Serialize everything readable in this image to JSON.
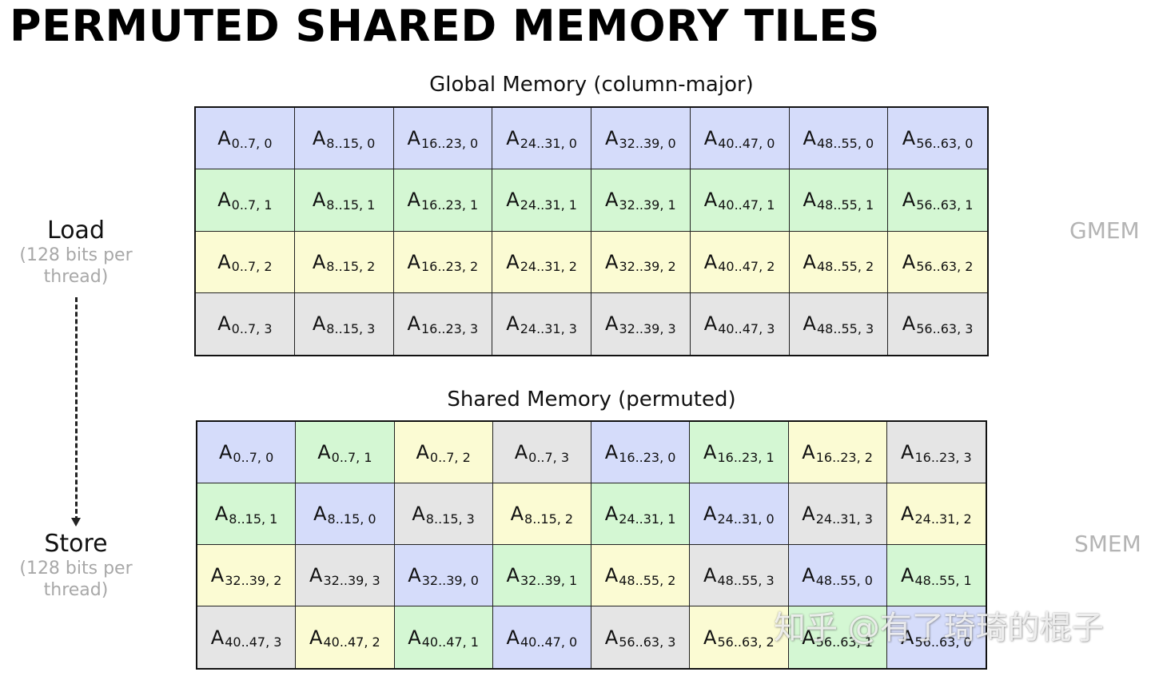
{
  "title": "PERMUTED SHARED MEMORY TILES",
  "colors": {
    "blue": "#d5dcfa",
    "green": "#d4f7d3",
    "yellow": "#fbfbd3",
    "gray": "#e5e5e5"
  },
  "cell_letter": "A",
  "gmem": {
    "caption": "Global Memory (column-major)",
    "tag": "GMEM",
    "rows": [
      [
        {
          "sub": "0..7, 0",
          "color": "blue"
        },
        {
          "sub": "8..15, 0",
          "color": "blue"
        },
        {
          "sub": "16..23, 0",
          "color": "blue"
        },
        {
          "sub": "24..31, 0",
          "color": "blue"
        },
        {
          "sub": "32..39, 0",
          "color": "blue"
        },
        {
          "sub": "40..47, 0",
          "color": "blue"
        },
        {
          "sub": "48..55, 0",
          "color": "blue"
        },
        {
          "sub": "56..63, 0",
          "color": "blue"
        }
      ],
      [
        {
          "sub": "0..7, 1",
          "color": "green"
        },
        {
          "sub": "8..15, 1",
          "color": "green"
        },
        {
          "sub": "16..23, 1",
          "color": "green"
        },
        {
          "sub": "24..31, 1",
          "color": "green"
        },
        {
          "sub": "32..39, 1",
          "color": "green"
        },
        {
          "sub": "40..47, 1",
          "color": "green"
        },
        {
          "sub": "48..55, 1",
          "color": "green"
        },
        {
          "sub": "56..63, 1",
          "color": "green"
        }
      ],
      [
        {
          "sub": "0..7, 2",
          "color": "yellow"
        },
        {
          "sub": "8..15, 2",
          "color": "yellow"
        },
        {
          "sub": "16..23, 2",
          "color": "yellow"
        },
        {
          "sub": "24..31, 2",
          "color": "yellow"
        },
        {
          "sub": "32..39, 2",
          "color": "yellow"
        },
        {
          "sub": "40..47, 2",
          "color": "yellow"
        },
        {
          "sub": "48..55, 2",
          "color": "yellow"
        },
        {
          "sub": "56..63, 2",
          "color": "yellow"
        }
      ],
      [
        {
          "sub": "0..7, 3",
          "color": "gray"
        },
        {
          "sub": "8..15, 3",
          "color": "gray"
        },
        {
          "sub": "16..23, 3",
          "color": "gray"
        },
        {
          "sub": "24..31, 3",
          "color": "gray"
        },
        {
          "sub": "32..39, 3",
          "color": "gray"
        },
        {
          "sub": "40..47, 3",
          "color": "gray"
        },
        {
          "sub": "48..55, 3",
          "color": "gray"
        },
        {
          "sub": "56..63, 3",
          "color": "gray"
        }
      ]
    ]
  },
  "smem": {
    "caption": "Shared Memory (permuted)",
    "tag": "SMEM",
    "rows": [
      [
        {
          "sub": "0..7, 0",
          "color": "blue"
        },
        {
          "sub": "0..7, 1",
          "color": "green"
        },
        {
          "sub": "0..7, 2",
          "color": "yellow"
        },
        {
          "sub": "0..7, 3",
          "color": "gray"
        },
        {
          "sub": "16..23, 0",
          "color": "blue"
        },
        {
          "sub": "16..23, 1",
          "color": "green"
        },
        {
          "sub": "16..23, 2",
          "color": "yellow"
        },
        {
          "sub": "16..23, 3",
          "color": "gray"
        }
      ],
      [
        {
          "sub": "8..15, 1",
          "color": "green"
        },
        {
          "sub": "8..15, 0",
          "color": "blue"
        },
        {
          "sub": "8..15, 3",
          "color": "gray"
        },
        {
          "sub": "8..15, 2",
          "color": "yellow"
        },
        {
          "sub": "24..31, 1",
          "color": "green"
        },
        {
          "sub": "24..31, 0",
          "color": "blue"
        },
        {
          "sub": "24..31, 3",
          "color": "gray"
        },
        {
          "sub": "24..31, 2",
          "color": "yellow"
        }
      ],
      [
        {
          "sub": "32..39, 2",
          "color": "yellow"
        },
        {
          "sub": "32..39, 3",
          "color": "gray"
        },
        {
          "sub": "32..39, 0",
          "color": "blue"
        },
        {
          "sub": "32..39, 1",
          "color": "green"
        },
        {
          "sub": "48..55, 2",
          "color": "yellow"
        },
        {
          "sub": "48..55, 3",
          "color": "gray"
        },
        {
          "sub": "48..55, 0",
          "color": "blue"
        },
        {
          "sub": "48..55, 1",
          "color": "green"
        }
      ],
      [
        {
          "sub": "40..47, 3",
          "color": "gray"
        },
        {
          "sub": "40..47, 2",
          "color": "yellow"
        },
        {
          "sub": "40..47, 1",
          "color": "green"
        },
        {
          "sub": "40..47, 0",
          "color": "blue"
        },
        {
          "sub": "56..63, 3",
          "color": "gray"
        },
        {
          "sub": "56..63, 2",
          "color": "yellow"
        },
        {
          "sub": "56..63, 1",
          "color": "green"
        },
        {
          "sub": "56..63, 0",
          "color": "blue"
        }
      ]
    ]
  },
  "load": {
    "label": "Load",
    "detail_line1": "(128 bits per",
    "detail_line2": "thread)"
  },
  "store": {
    "label": "Store",
    "detail_line1": "(128 bits per",
    "detail_line2": "thread)"
  },
  "watermark": "知乎 @有了琦琦的棍子"
}
